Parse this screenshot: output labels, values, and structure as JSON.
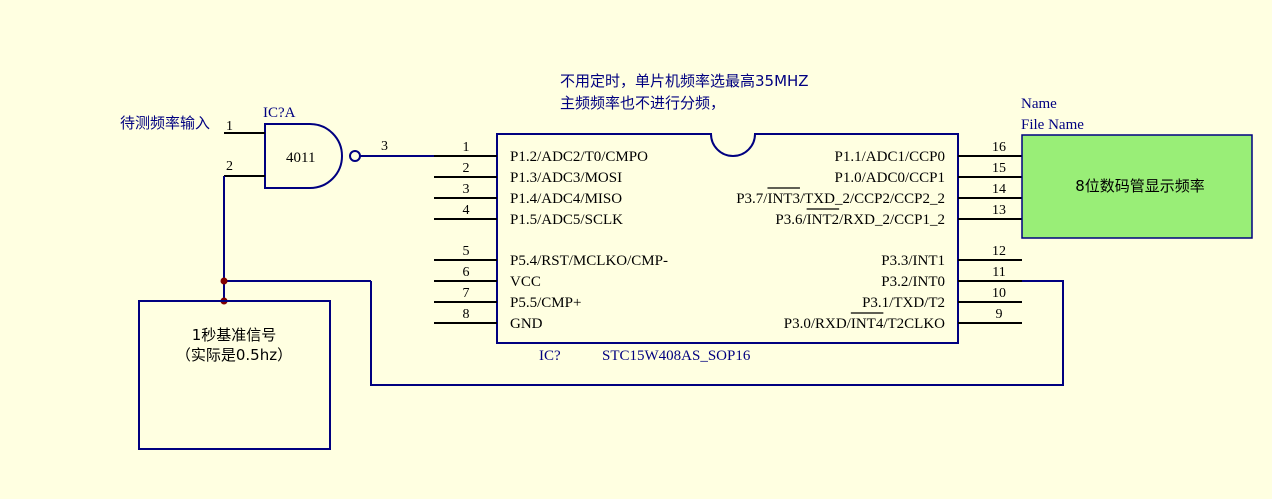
{
  "notes": {
    "line1": "不用定时，单片机频率选最高35MHZ",
    "line2": "主频频率也不进行分频，"
  },
  "input_label": "待测频率输入",
  "gate": {
    "designator": "IC?A",
    "part": "4011",
    "pins": {
      "in1": "1",
      "in2": "2",
      "out": "3"
    }
  },
  "signal_block": {
    "line1": "1秒基准信号",
    "line2": "（实际是0.5hz）"
  },
  "mcu": {
    "designator": "IC?",
    "part": "STC15W408AS_SOP16",
    "left_pins": [
      {
        "num": "1",
        "name": "P1.2/ADC2/T0/CMPO"
      },
      {
        "num": "2",
        "name": "P1.3/ADC3/MOSI"
      },
      {
        "num": "3",
        "name": "P1.4/ADC4/MISO"
      },
      {
        "num": "4",
        "name": "P1.5/ADC5/SCLK"
      },
      {
        "num": "5",
        "name": "P5.4/RST/MCLKO/CMP-"
      },
      {
        "num": "6",
        "name": "VCC"
      },
      {
        "num": "7",
        "name": "P5.5/CMP+"
      },
      {
        "num": "8",
        "name": "GND"
      }
    ],
    "right_pins": [
      {
        "num": "16",
        "name": "P1.1/ADC1/CCP0"
      },
      {
        "num": "15",
        "name": "P1.0/ADC0/CCP1"
      },
      {
        "num": "14",
        "name": "P3.7/INT3/TXD_2/CCP2/CCP2_2"
      },
      {
        "num": "13",
        "name": "P3.6/INT2/RXD_2/CCP1_2"
      },
      {
        "num": "12",
        "name": "P3.3/INT1"
      },
      {
        "num": "11",
        "name": "P3.2/INT0"
      },
      {
        "num": "10",
        "name": "P3.1/TXD/T2"
      },
      {
        "num": "9",
        "name": "P3.0/RXD/INT4/T2CLKO"
      }
    ]
  },
  "display_block": {
    "name_label": "Name",
    "file_label": "File Name",
    "text": "8位数码管显示频率",
    "fill_color": "#99ee77"
  },
  "colors": {
    "background": "#ffffe1",
    "wire": "#000080",
    "junction": "#800000",
    "text": "#000080"
  }
}
